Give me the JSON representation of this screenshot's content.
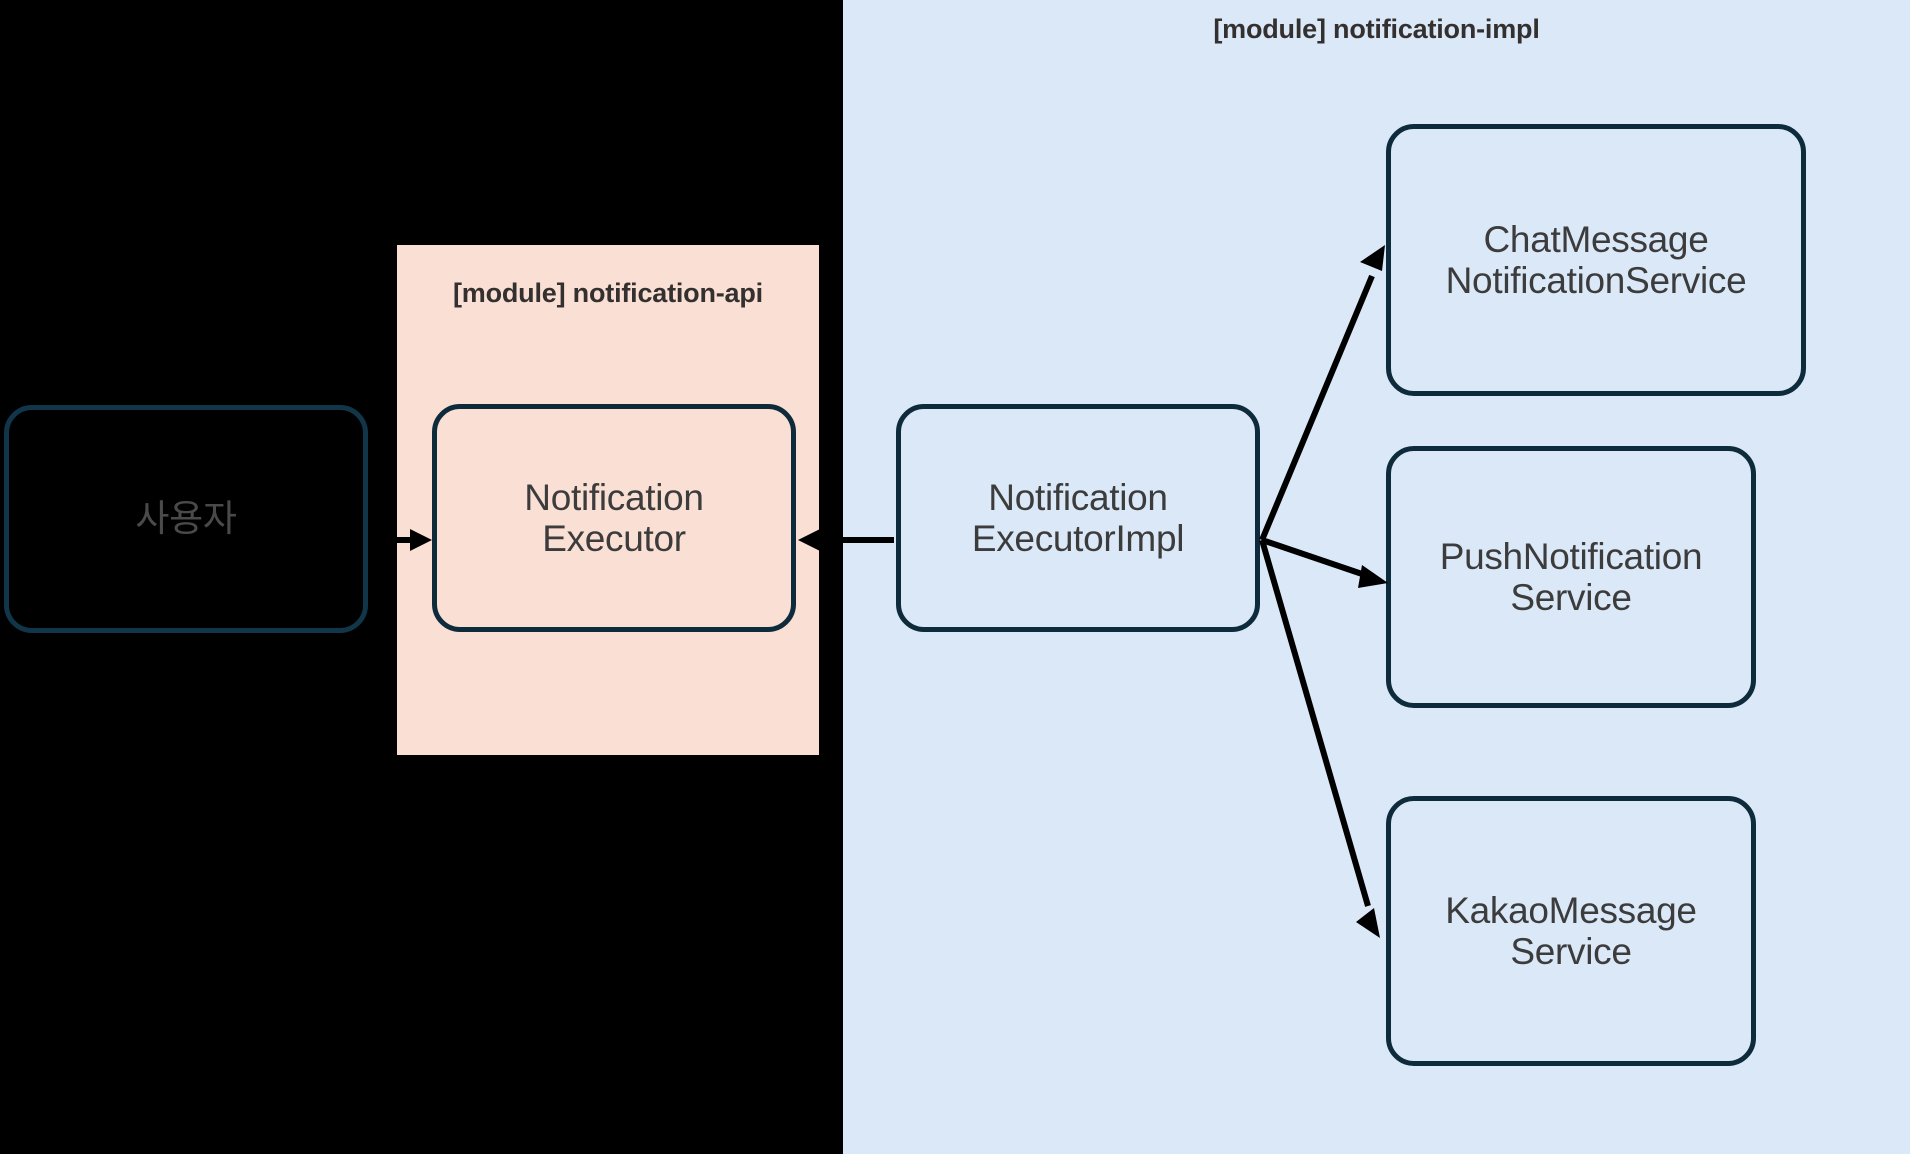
{
  "diagram": {
    "type": "architecture-module-diagram",
    "background_color": "#000000",
    "modules": [
      {
        "id": "notification-api",
        "title": "[module] notification-api",
        "fill": "#FADFD4",
        "nodes": [
          {
            "id": "notification-executor",
            "label_line1": "Notification",
            "label_line2": "Executor"
          }
        ]
      },
      {
        "id": "notification-impl",
        "title": "[module] notification-impl",
        "fill": "#DBE8F7",
        "nodes": [
          {
            "id": "notification-executor-impl",
            "label_line1": "Notification",
            "label_line2": "ExecutorImpl"
          },
          {
            "id": "chat-message-notification-service",
            "label_line1": "ChatMessage",
            "label_line2": "NotificationService"
          },
          {
            "id": "push-notification-service",
            "label_line1": "PushNotification",
            "label_line2": "Service"
          },
          {
            "id": "kakao-message-service",
            "label_line1": "KakaoMessage",
            "label_line2": "Service"
          }
        ]
      }
    ],
    "external_actors": [
      {
        "id": "user",
        "label": "사용자"
      }
    ],
    "edges": [
      {
        "from": "user",
        "to": "notification-executor",
        "direction": "forward"
      },
      {
        "from": "notification-executor-impl",
        "to": "notification-executor",
        "direction": "forward"
      },
      {
        "from": "notification-executor-impl",
        "to": "chat-message-notification-service",
        "direction": "forward"
      },
      {
        "from": "notification-executor-impl",
        "to": "push-notification-service",
        "direction": "forward"
      },
      {
        "from": "notification-executor-impl",
        "to": "kakao-message-service",
        "direction": "forward"
      }
    ],
    "colors": {
      "node_border": "#0E2B3B",
      "node_text": "#3C3C3C",
      "edge": "#000000",
      "api_module_fill": "#FADFD4",
      "impl_module_fill": "#DBE8F7",
      "canvas": "#000000"
    }
  }
}
